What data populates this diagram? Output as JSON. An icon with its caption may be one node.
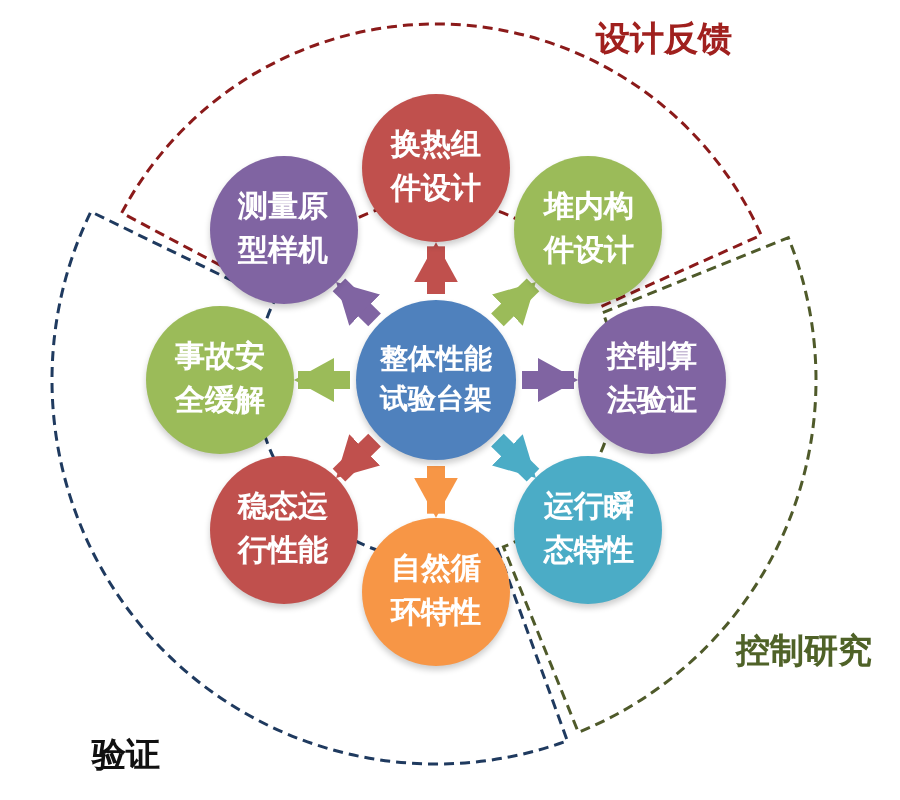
{
  "diagram": {
    "nodes": [
      {
        "text": [
          "整体性能试验台架"
        ]
      },
      {
        "text": [
          "换热组件设计"
        ]
      },
      {
        "text": [
          "堆内构件设计"
        ]
      },
      {
        "text": [
          "控制算法验证"
        ]
      },
      {
        "text": [
          "运行瞬态特性"
        ]
      },
      {
        "text": [
          "自然循环特性"
        ]
      },
      {
        "text": [
          "稳态运行性能"
        ]
      },
      {
        "text": [
          "事故安全缓解"
        ]
      },
      {
        "text": [
          "测量原型样机"
        ]
      }
    ],
    "edges": [
      {
        "from": 0,
        "to": 1,
        "arrow": "to",
        "color": "#c0504d"
      },
      {
        "from": 0,
        "to": 2,
        "arrow": "to",
        "color": "#9bbb59"
      },
      {
        "from": 0,
        "to": 3,
        "arrow": "to",
        "color": "#8064a2"
      },
      {
        "from": 0,
        "to": 4,
        "arrow": "to",
        "color": "#4bacc6"
      },
      {
        "from": 0,
        "to": 5,
        "arrow": "to",
        "color": "#f79646"
      },
      {
        "from": 0,
        "to": 6,
        "arrow": "to",
        "color": "#c0504d"
      },
      {
        "from": 0,
        "to": 7,
        "arrow": "to",
        "color": "#9bbb59"
      },
      {
        "from": 0,
        "to": 8,
        "arrow": "to",
        "color": "#8064a2"
      }
    ],
    "labels": [
      "设计反馈",
      "控制研究",
      "验证"
    ]
  }
}
